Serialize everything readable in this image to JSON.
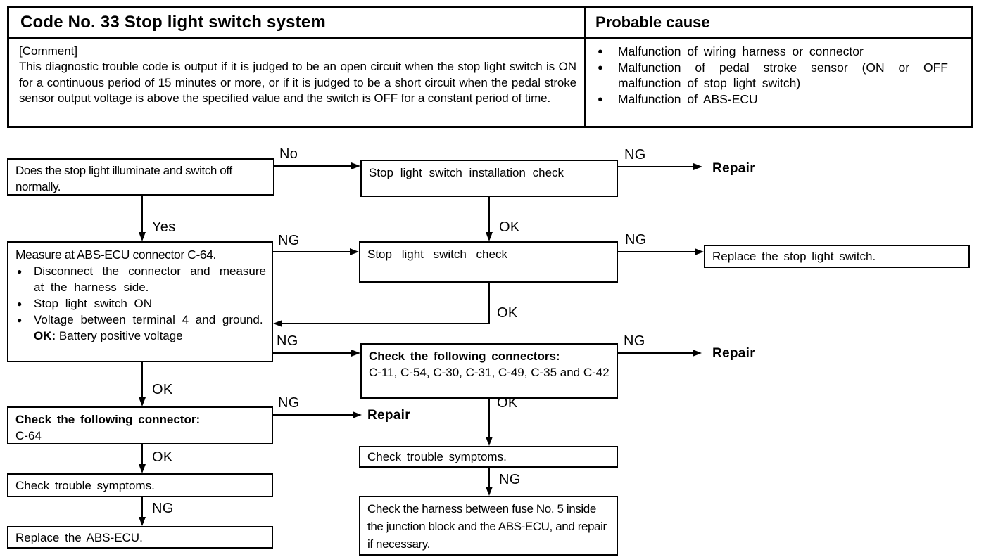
{
  "header": {
    "code_title": "Code No. 33 Stop light switch system",
    "probable_cause_title": "Probable cause",
    "comment_label": "[Comment]",
    "comment_text": "This diagnostic trouble code is output if it is judged to be an open circuit when the stop light switch is ON for a continuous period of 15 minutes or more, or if it is judged to be a short circuit when the pedal stroke sensor output voltage is above the specified value and the switch is OFF for a constant period of time.",
    "probable_causes": [
      "Malfunction of wiring harness or connector",
      "Malfunction of pedal stroke sensor (ON or OFF malfunction of stop light switch)",
      "Malfunction of ABS-ECU"
    ]
  },
  "flowchart": {
    "start_question": "Does the stop light illuminate and switch off normally.",
    "installation_check": "Stop light switch installation check",
    "measure": {
      "title": "Measure at ABS-ECU connector C-64.",
      "steps": [
        "Disconnect the connector and measure at the harness side.",
        "Stop light switch ON",
        "Voltage between terminal 4 and ground."
      ],
      "ok_label": "OK:",
      "ok_value": "Battery positive voltage"
    },
    "switch_check": "Stop light switch check",
    "replace_switch": "Replace the stop light switch.",
    "connectors_check": {
      "title": "Check the following connectors:",
      "detail": "C-11, C-54, C-30, C-31, C-49, C-35 and C-42"
    },
    "connector_c64": {
      "title": "Check the following connector:",
      "detail": "C-64"
    },
    "trouble_symptoms_left": "Check trouble symptoms.",
    "replace_ecu": "Replace the ABS-ECU.",
    "trouble_symptoms_mid": "Check trouble symptoms.",
    "harness_check": "Check the harness between fuse No. 5 inside the junction block and the ABS-ECU, and repair if necessary.",
    "repair": "Repair",
    "labels": {
      "yes": "Yes",
      "no": "No",
      "ok": "OK",
      "ng": "NG"
    }
  },
  "glyphs": {
    "bullet": "●"
  }
}
